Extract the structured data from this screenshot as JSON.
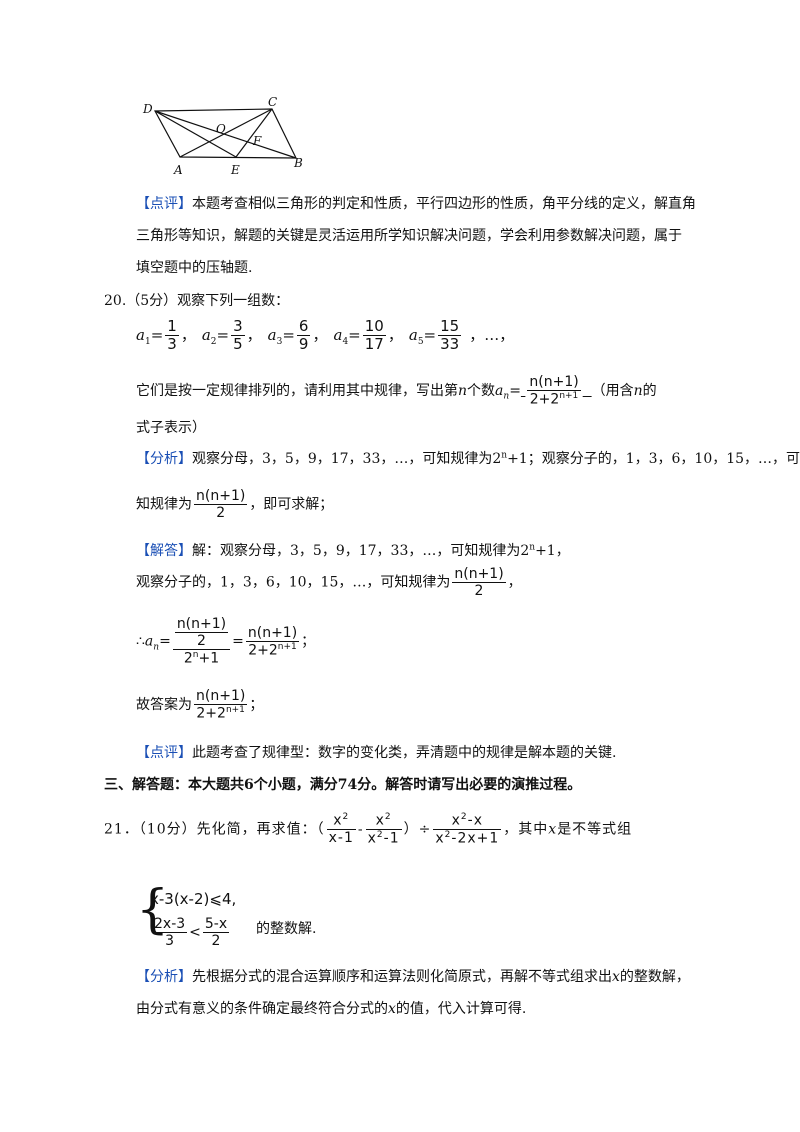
{
  "figure": {
    "labels": {
      "D": "D",
      "C": "C",
      "O": "O",
      "F": "F",
      "A": "A",
      "E": "E",
      "B": "B"
    }
  },
  "comment19": {
    "tag": "【点评】",
    "line1": "本题考查相似三角形的判定和性质，平行四边形的性质，角平分线的定义，解直角",
    "line2": "三角形等知识，解题的关键是灵活运用所学知识解决问题，学会利用参数解决问题，属于",
    "line3": "填空题中的压轴题."
  },
  "q20": {
    "head": "20.（5分）观察下列一组数：",
    "seq": [
      {
        "lbl": "a",
        "sub": "1",
        "num": "1",
        "den": "3"
      },
      {
        "lbl": "a",
        "sub": "2",
        "num": "3",
        "den": "5"
      },
      {
        "lbl": "a",
        "sub": "3",
        "num": "6",
        "den": "9"
      },
      {
        "lbl": "a",
        "sub": "4",
        "num": "10",
        "den": "17"
      },
      {
        "lbl": "a",
        "sub": "5",
        "num": "15",
        "den": "33"
      }
    ],
    "seq_tail": "，…，",
    "line2_pre": "它们是按一定规律排列的，请利用其中规律，写出第",
    "var_n": "n",
    "line2_mid": "个数",
    "an": "a",
    "an_sub": "n",
    "eq": "=",
    "ans_num": "n(n+1)",
    "ans_den": "2+2",
    "ans_den_sup": "n+1",
    "line2_post": "（用含",
    "line2_post2": "的",
    "line3": "式子表示）",
    "analysis_tag": "【分析】",
    "analysis_1": "观察分母，3，5，9，17，33，…，可知规律为2",
    "analysis_sup": "n",
    "analysis_2": "+1；观察分子的，1，3，6，10，15，…，可",
    "analysis_3": "知规律为",
    "frac_num": "n(n+1)",
    "frac_den": "2",
    "analysis_4": "，即可求解；",
    "answer_tag": "【解答】",
    "answer_1": "解：观察分母，3，5，9，17，33，…，可知规律为2",
    "answer_sup": "n",
    "answer_1b": "+1，",
    "answer_2": "观察分子的，1，3，6，10，15，…，可知规律为",
    "answer_2b": "，",
    "therefore": "∴",
    "den2_base": "2",
    "den2_sup": "n",
    "den2_tail": "+1",
    "semi": "；",
    "final_pre": "故答案为",
    "comment_tag": "【点评】",
    "comment": "此题考查了规律型：数字的变化类，弄清题中的规律是解本题的关键."
  },
  "section3": "三、解答题：本大题共6个小题，满分74分。解答时请写出必要的演推过程。",
  "q21": {
    "head": "21．（10分）先化简，再求值：（",
    "f1_num": "x",
    "f1_num_sup": "2",
    "f1_den": "x-1",
    "minus": "-",
    "f2_num": "x",
    "f2_num_sup": "2",
    "f2_den": "x",
    "f2_den_sup": "2",
    "f2_den_tail": "-1",
    "close": "）÷",
    "f3_num": "x",
    "f3_num_sup": "2",
    "f3_num_tail": "-x",
    "f3_den": "x",
    "f3_den_sup": "2",
    "f3_den_tail": "-2x+1",
    "tail": "，其中",
    "var_x": "x",
    "tail2": "是不等式组",
    "ineq1": "x-3(x-2)⩽4,",
    "ineq2_num": "2x-3",
    "ineq2_den": "3",
    "lt": "<",
    "ineq2_rnum": "5-x",
    "ineq2_rden": "2",
    "ineq_tail": "的整数解.",
    "analysis_tag": "【分析】",
    "analysis_1": "先根据分式的混合运算顺序和运算法则化简原式，再解不等式组求出",
    "analysis_1b": "的整数解，",
    "analysis_2": "由分式有意义的条件确定最终符合分式的",
    "analysis_2b": "的值，代入计算可得."
  }
}
